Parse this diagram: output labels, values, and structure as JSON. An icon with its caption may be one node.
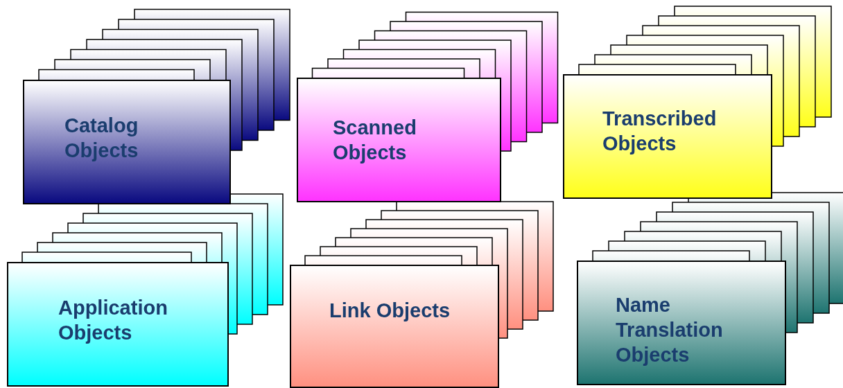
{
  "diagram": {
    "nodes": [
      {
        "text": [
          "Catalog Objects"
        ]
      },
      {
        "text": [
          "Scanned Objects"
        ]
      },
      {
        "text": [
          "Transcribed Objects"
        ]
      },
      {
        "text": [
          "Application Objects"
        ]
      },
      {
        "text": [
          "Link Objects"
        ]
      },
      {
        "text": [
          "Name Translation Objects"
        ]
      }
    ]
  }
}
